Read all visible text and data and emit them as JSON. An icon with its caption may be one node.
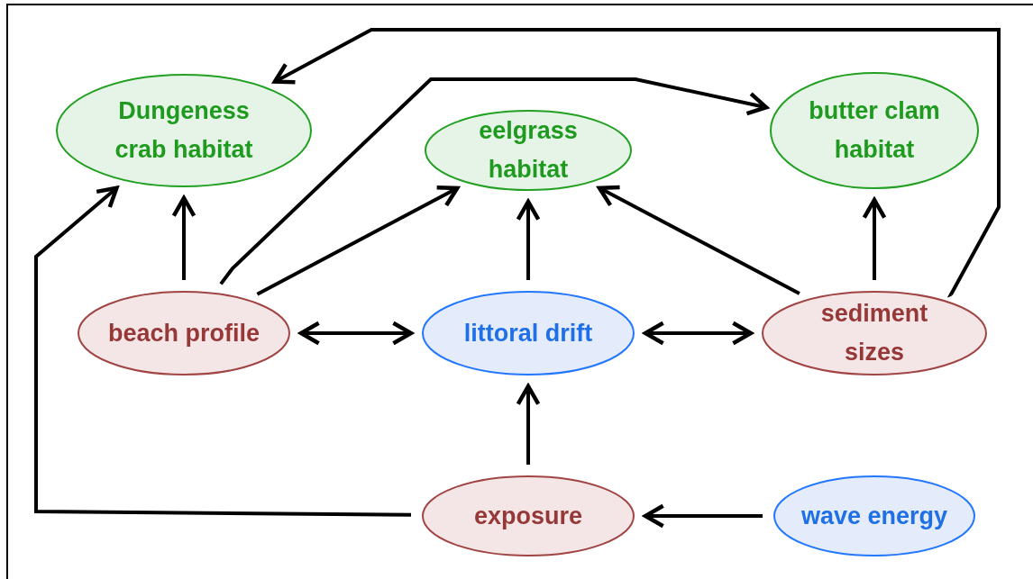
{
  "diagram": {
    "nodes": [
      {
        "text": [
          "Dungeness crab habitat"
        ]
      },
      {
        "text": [
          "eelgrass habitat"
        ]
      },
      {
        "text": [
          "butter clam habitat"
        ]
      },
      {
        "text": [
          "beach profile"
        ]
      },
      {
        "text": [
          "littoral drift"
        ]
      },
      {
        "text": [
          "sediment sizes"
        ]
      },
      {
        "text": [
          "exposure"
        ]
      },
      {
        "text": [
          "wave energy"
        ]
      }
    ],
    "edges": [
      {
        "from": 3,
        "to": 0,
        "arrow": "to"
      },
      {
        "from": 3,
        "to": 1,
        "arrow": "to"
      },
      {
        "from": 3,
        "to": 2,
        "arrow": "to"
      },
      {
        "from": 3,
        "to": 4,
        "arrow": "both"
      },
      {
        "from": 4,
        "to": 5,
        "arrow": "both"
      },
      {
        "from": 4,
        "to": 1,
        "arrow": "to"
      },
      {
        "from": 5,
        "to": 1,
        "arrow": "to"
      },
      {
        "from": 5,
        "to": 2,
        "arrow": "to"
      },
      {
        "from": 5,
        "to": 0,
        "arrow": "to"
      },
      {
        "from": 6,
        "to": 4,
        "arrow": "to"
      },
      {
        "from": 7,
        "to": 6,
        "arrow": "to"
      },
      {
        "from": 6,
        "to": 0,
        "arrow": "to"
      }
    ]
  }
}
